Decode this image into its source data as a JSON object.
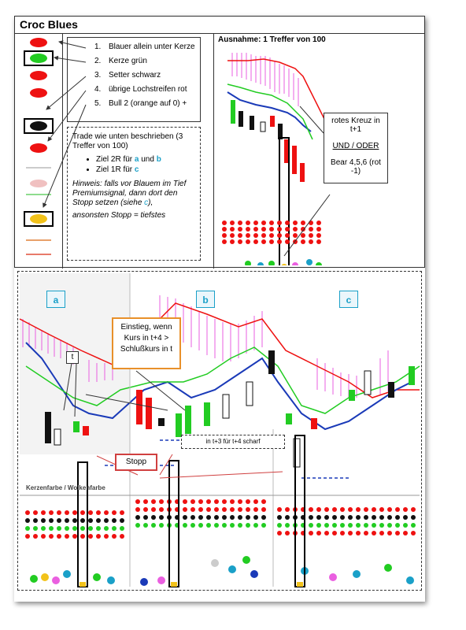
{
  "title": "Croc Blues",
  "list": [
    {
      "num": "1.",
      "text": "Blauer allein unter Kerze"
    },
    {
      "num": "2.",
      "text": "Kerze grün"
    },
    {
      "num": "3.",
      "text": "Setter schwarz"
    },
    {
      "num": "4.",
      "text": "übrige Lochstreifen rot"
    },
    {
      "num": "5.",
      "text": "Bull 2 (orange auf 0) +"
    }
  ],
  "trade": {
    "intro": "Trade wie unten beschrieben (3 Treffer von 100)",
    "ziel2r_prefix": "Ziel 2R für ",
    "ziel2r_a": "a",
    "ziel2r_und": " und ",
    "ziel2r_b": "b",
    "ziel1r_prefix": "Ziel 1R für ",
    "ziel1r_c": "c",
    "hinweis_1": "Hinweis: falls vor Blauem im Tief Premiumsignal, dann dort den Stopp setzen (siehe ",
    "hinweis_c": "c",
    "hinweis_2": "),",
    "ansonsten": "ansonsten Stopp = tiefstes"
  },
  "ausnahme": "Ausnahme: 1 Treffer von 100",
  "callout_right": {
    "line1": "rotes Kreuz in t+1",
    "line2": "UND / ODER",
    "line3": "Bear 4,5,6 (rot -1)"
  },
  "sections": {
    "a": "a",
    "b": "b",
    "c": "c"
  },
  "einstieg": "Einstieg, wenn Kurs in t+4 > Schlußkurs in t",
  "t_label": "t",
  "t3_label": "in t+3 für t+4 scharf",
  "stopp": "Stopp",
  "kerzenfarbe": "Kerzenfarbe / Wolkenfarbe",
  "colors": {
    "red": "#ee1111",
    "green": "#22cc22",
    "black": "#111111",
    "orange": "#e8902a",
    "cyan": "#1aa0c8",
    "blue": "#1a3ab8",
    "pink": "#ea5fe0"
  }
}
